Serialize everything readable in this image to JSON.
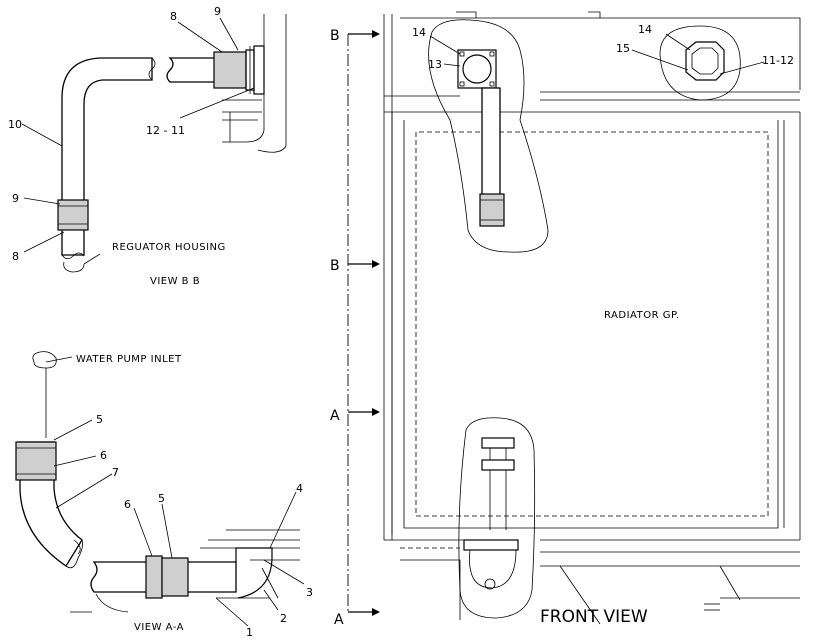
{
  "title": "FRONT VIEW",
  "views": {
    "bb": "VIEW  B B",
    "aa": "VIEW  A-A"
  },
  "notes": {
    "regulator_housing": "REGUATOR  HOUSING",
    "water_pump_inlet": "WATER  PUMP  INLET",
    "radiator_group": "RADIATOR  GP."
  },
  "section_markers": {
    "b_top": "B",
    "b_bottom": "B",
    "a_top": "A",
    "a_bottom": "A"
  },
  "callouts_bb": {
    "c8_top": "8",
    "c9_top": "9",
    "c12_11": "12 - 11",
    "c10": "10",
    "c9_bottom": "9",
    "c8_bottom": "8"
  },
  "callouts_aa": {
    "c5_left": "5",
    "c6_left": "6",
    "c7": "7",
    "c6_mid": "6",
    "c5_mid": "5",
    "c4": "4",
    "c3": "3",
    "c2": "2",
    "c1": "1"
  },
  "callouts_front": {
    "c14_left": "14",
    "c13": "13",
    "c14_right": "14",
    "c15": "15",
    "c11_12": "11-12"
  }
}
